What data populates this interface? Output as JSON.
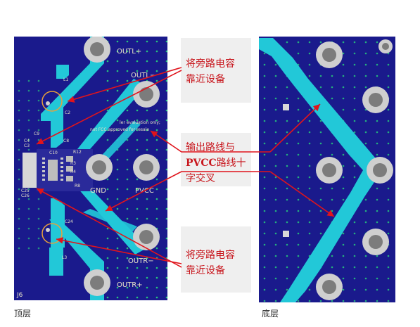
{
  "labels": {
    "top_layer": "顶层",
    "bottom_layer": "底层"
  },
  "callouts": {
    "bypass_top": {
      "line1": "将旁路电容",
      "line2": "靠近设备"
    },
    "crossing": {
      "line1": "输出路线与",
      "line2_bold": "PVCC",
      "line2_rest": "路线十",
      "line3": "字交叉"
    },
    "bypass_bottom": {
      "line1": "将旁路电容",
      "line2": "靠近设备"
    }
  },
  "silkscreen": {
    "outl_plus": "OUTL+",
    "outl_minus": "OUTL−",
    "gnd": "GND",
    "pvcc": "PVCC",
    "outr_minus": "OUTR−",
    "outr_plus": "OUTR+",
    "eval_line1": "ler evaluation only;",
    "eval_line2": "not FCC approved for resale",
    "l1": "L1",
    "c2": "C2",
    "c9": "C9",
    "c4": "C4",
    "c3": "C3",
    "c10": "C10",
    "c8": "C8",
    "r12": "R12",
    "r3": "R3",
    "r4": "R4",
    "r8": "R8",
    "c25": "C25",
    "c26": "C26",
    "c24": "C24",
    "l3": "L3",
    "j6": "J6"
  },
  "colors": {
    "board": "#1a1a8c",
    "trace": "#22c8d8",
    "silkscreen": "#e8e4c8",
    "callout_text": "#c8161d",
    "arrow": "#e0141c",
    "callout_bg": "#efefef"
  }
}
